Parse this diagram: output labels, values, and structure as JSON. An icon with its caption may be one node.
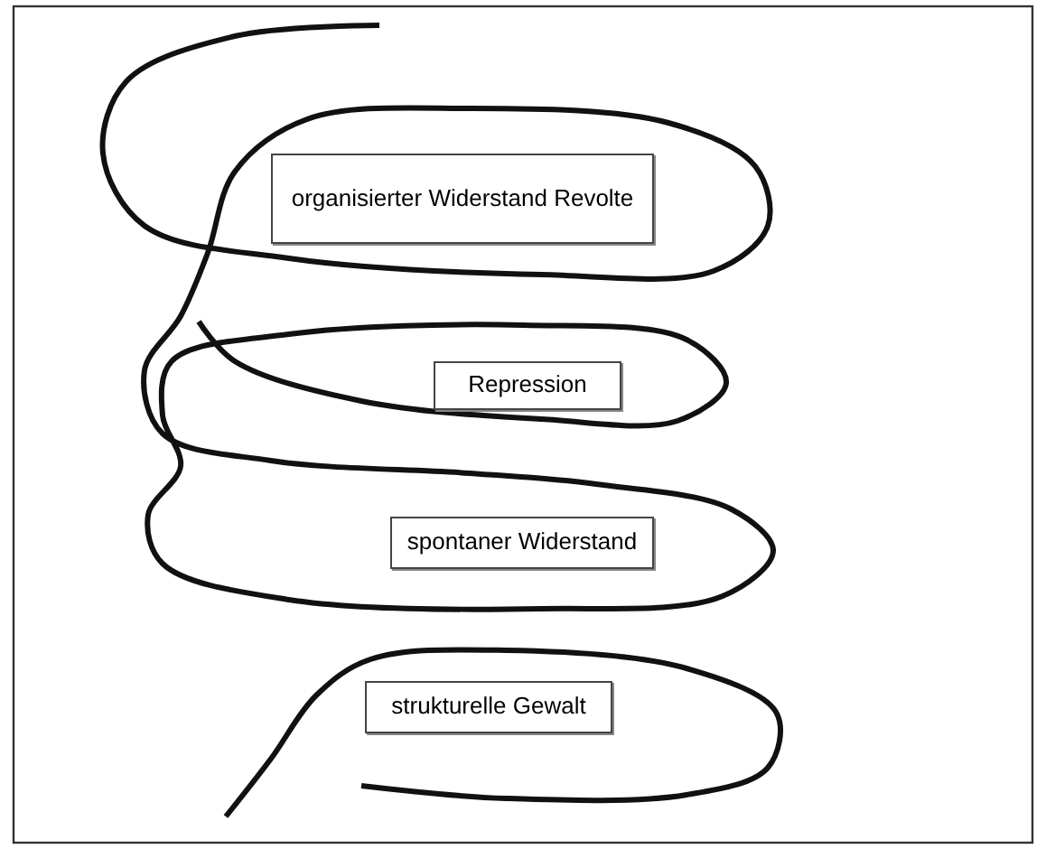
{
  "diagram": {
    "nodes": [
      {
        "text": [
          "organisierter Widerstand Revolte"
        ]
      },
      {
        "text": [
          "Repression"
        ]
      },
      {
        "text": [
          "spontaner Widerstand"
        ]
      },
      {
        "text": [
          "strukturelle Gewalt"
        ]
      }
    ]
  }
}
